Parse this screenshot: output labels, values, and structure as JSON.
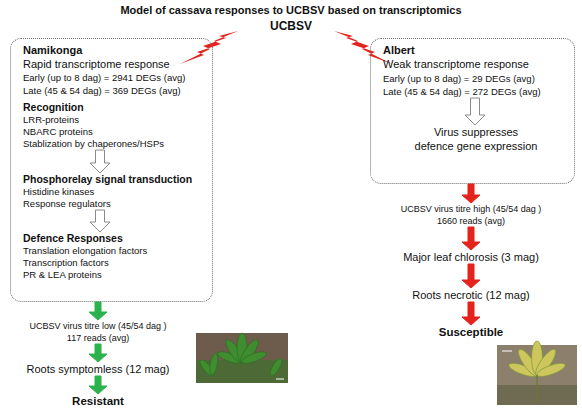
{
  "diagram": {
    "title": "Model of cassava responses to UCBSV based on transcriptomics",
    "nodes": [
      {
        "text": [
          "Namikonga",
          "Rapid transcriptome response",
          "Early (up to 8 dag) = 2941 DEGs (avg)",
          "Late (45 & 54 dag) = 369 DEGs (avg)"
        ]
      },
      {
        "text": [
          "Recognition",
          "LRR-proteins",
          "NBARC proteins",
          "Stablization by chaperones/HSPs"
        ],
        "in": 0
      },
      {
        "text": [
          "Phosphorelay signal transduction",
          "Histidine kinases",
          "Response regulators"
        ],
        "in": 0
      },
      {
        "text": [
          "Defence Responses",
          "Translation elongation factors",
          "Transcription factors",
          "PR & LEA proteins"
        ],
        "in": 0
      },
      {
        "text": [
          "UCBSV virus titre low (45/54 dag )",
          "117 reads (avg)"
        ]
      },
      {
        "text": [
          "Roots symptomless (12 mag)"
        ]
      },
      {
        "text": [
          "Resistant"
        ]
      },
      {
        "text": [
          "Albert",
          "Weak transcriptome response"
        ]
      },
      {
        "text": [
          "Early (up to 8 dag) = 29 DEGs (avg)",
          "Late (45 & 54 dag) = 272 DEGs (avg)"
        ],
        "in": 7
      },
      {
        "text": [
          "Virus suppresses defence gene expression"
        ],
        "in": 7
      },
      {
        "text": [
          "UCBSV virus titre high (45/54 dag )",
          "1660 reads (avg)"
        ]
      },
      {
        "text": [
          "Major leaf chlorosis (3 mag)"
        ]
      },
      {
        "text": [
          "Roots necrotic (12 mag)"
        ]
      },
      {
        "text": [
          "Susceptible"
        ]
      }
    ],
    "edges": [
      {
        "from": 1,
        "to": 2,
        "arrow": "to"
      },
      {
        "from": 2,
        "to": 3,
        "arrow": "to"
      },
      {
        "from": 0,
        "to": 4,
        "arrow": "to"
      },
      {
        "from": 4,
        "to": 5,
        "arrow": "to"
      },
      {
        "from": 5,
        "to": 6,
        "arrow": "to"
      },
      {
        "from": 8,
        "to": 9,
        "arrow": "to"
      },
      {
        "from": 7,
        "to": 10,
        "arrow": "to"
      },
      {
        "from": 10,
        "to": 11,
        "arrow": "to"
      },
      {
        "from": 11,
        "to": 12,
        "arrow": "to"
      },
      {
        "from": 12,
        "to": 13,
        "arrow": "to"
      }
    ],
    "labels": [
      "UCBSV"
    ]
  }
}
